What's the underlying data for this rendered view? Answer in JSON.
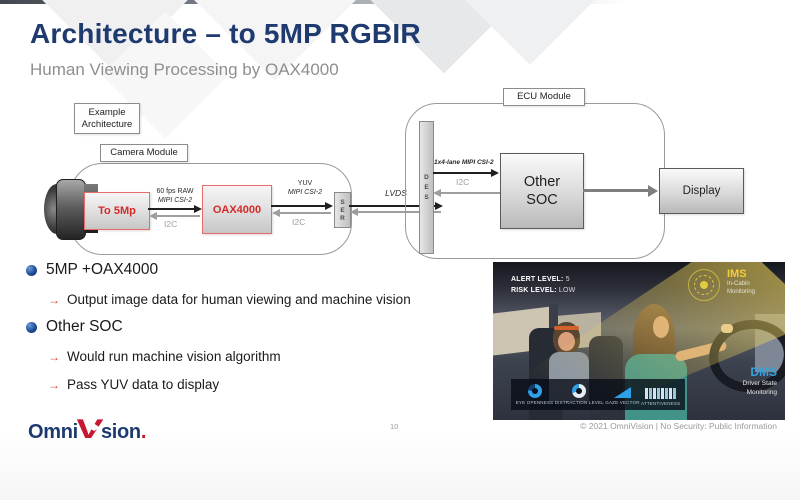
{
  "header": {
    "title": "Architecture – to 5MP RGBIR",
    "subtitle": "Human Viewing Processing by OAX4000"
  },
  "diagram": {
    "example_label_line1": "Example",
    "example_label_line2": "Architecture",
    "camera_module_label": "Camera Module",
    "ecu_module_label": "ECU Module",
    "sensor_label": "To 5Mp",
    "isp_label": "OAX4000",
    "ser_letters": [
      "S",
      "E",
      "R"
    ],
    "des_letters": [
      "D",
      "E",
      "S"
    ],
    "soc_label_line1": "Other",
    "soc_label_line2": "SOC",
    "display_label": "Display",
    "links": {
      "sensor_to_isp_line1": "60 fps RAW",
      "sensor_to_isp_line2": "MIPI CSI-2",
      "sensor_i2c": "I2C",
      "isp_to_ser_line1": "YUV",
      "isp_to_ser_line2": "MIPI CSI-2",
      "isp_i2c": "I2C",
      "lvds": "LVDS",
      "des_to_soc": "1x4-lane MIPI CSI-2",
      "des_i2c": "I2C"
    }
  },
  "bullets": {
    "arrow_glyph": "→",
    "items": [
      {
        "level": 1,
        "text": "5MP +OAX4000"
      },
      {
        "level": 2,
        "text": "Output image data for human viewing and machine vision"
      },
      {
        "level": 1,
        "text": "Other SOC"
      },
      {
        "level": 2,
        "text": "Would run machine vision algorithm"
      },
      {
        "level": 2,
        "text": "Pass YUV data to display"
      }
    ]
  },
  "photo": {
    "alert_label": "ALERT LEVEL:",
    "alert_value": "5",
    "risk_label": "RISK LEVEL:",
    "risk_value": "LOW",
    "ims_title": "IMS",
    "ims_sub_line1": "In-Cabin",
    "ims_sub_line2": "Monitoring",
    "dms_title": "DMS",
    "dms_sub_line1": "Driver State",
    "dms_sub_line2": "Monitoring",
    "metrics": [
      {
        "label": "EYE OPENNESS",
        "icon": "donut-gauge-icon"
      },
      {
        "label": "DISTRACTION LEVEL",
        "icon": "ring-gauge-icon"
      },
      {
        "label": "GAZE VECTOR",
        "icon": "ramp-triangle-icon"
      },
      {
        "label": "ATTENTIVENESS",
        "icon": "level-bars-icon"
      }
    ]
  },
  "footer": {
    "logo_prefix": "Omni",
    "logo_v": "V",
    "logo_suffix": "sion",
    "logo_dot": ".",
    "page_number": "10",
    "copyright": "© 2021 OmniVision | No Security: Public Information"
  },
  "colors": {
    "title_blue": "#1e3a6e",
    "brand_red": "#c51933",
    "chip_border_red": "#e96c6c",
    "accent_blue": "#2da0e8",
    "ims_yellow": "#f2cf3a"
  }
}
